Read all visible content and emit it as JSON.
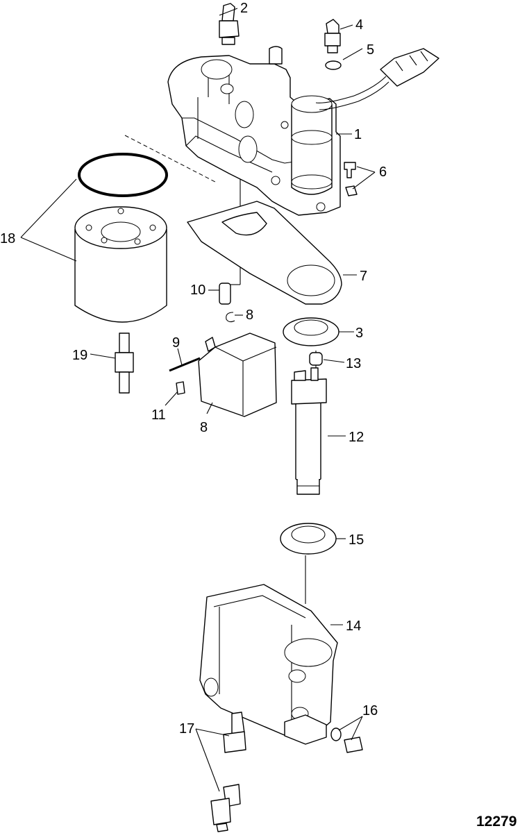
{
  "figure": {
    "reference_number": "12279",
    "callouts": {
      "c1": "1",
      "c2": "2",
      "c3": "3",
      "c4": "4",
      "c5": "5",
      "c6": "6",
      "c7": "7",
      "c8a": "8",
      "c8b": "8",
      "c9": "9",
      "c10": "10",
      "c11": "11",
      "c12": "12",
      "c13": "13",
      "c14": "14",
      "c15": "15",
      "c16": "16",
      "c17": "17",
      "c18": "18",
      "c19": "19"
    }
  }
}
